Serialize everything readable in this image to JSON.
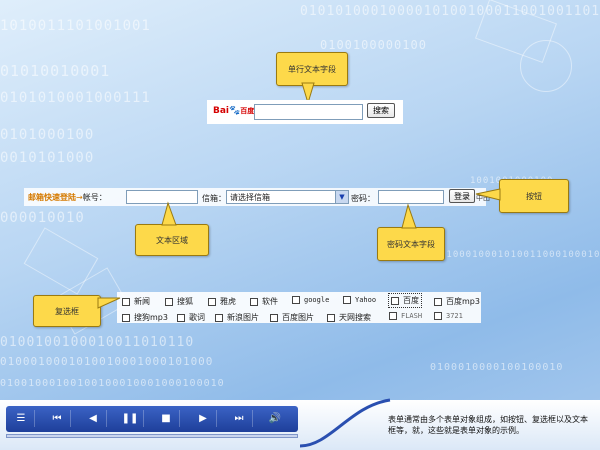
{
  "background_digits": {
    "rows": [
      "0101010001000010100100011001001101",
      "1010011101001001",
      "01010010001",
      "0101010001000111",
      "0101000100",
      "0010101000",
      "000010010",
      "01000100010100110001000100010",
      "0100100000100",
      "0100100100010011010110",
      "0100010001010010001000101000",
      "01001000100100100010001000100010",
      "0100010000100100010",
      "1001001000100"
    ]
  },
  "callouts": {
    "single_line_text": "单行文本字段",
    "text_area": "文本区域",
    "button": "按钮",
    "password_field": "密码文本字段",
    "checkbox": "复选框"
  },
  "baidu": {
    "logo_bai": "Bai",
    "logo_paw": "🐾",
    "logo_du": "百度",
    "search_value": "",
    "search_button": "搜索"
  },
  "mail": {
    "label": "邮箱快速登陆",
    "arrow": "→",
    "account_label": "帐号：",
    "account_value": "",
    "mailbox_label": "信箱：",
    "mailbox_selected": "请选择信箱",
    "password_label": "密码：",
    "password_value": "",
    "login_button": "登录",
    "trailing_text": "中田"
  },
  "checkboxes": {
    "row1": [
      "新闻",
      "搜狐",
      "雅虎",
      "软件",
      "google",
      "Yahoo",
      "百度",
      "百度mp3"
    ],
    "row2": [
      "搜狗mp3",
      "歌词",
      "新浪图片",
      "百度图片",
      "天网搜索",
      "FLASH",
      "3721"
    ]
  },
  "player": {
    "controls": [
      "menu",
      "skip-back",
      "rewind",
      "pause",
      "stop",
      "play",
      "skip-forward",
      "volume"
    ]
  },
  "footer_text": "表单通常由多个表单对象组成，如按钮、复选框以及文本框等，就，这些就是表单对象的示例。",
  "colors": {
    "callout_fill": "#fdd94a",
    "player_bar": "#2a4fb0",
    "accent_orange": "#d57a00"
  }
}
